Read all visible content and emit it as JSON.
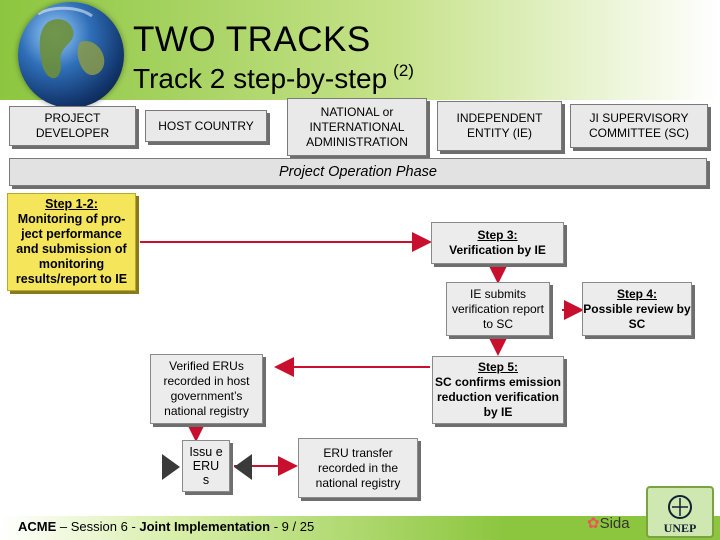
{
  "header": {
    "title": "TWO TRACKS",
    "subtitle": "Track 2 step-by-step",
    "subtitle_suffix": "(2)"
  },
  "actors": {
    "project_developer": "PROJECT DEVELOPER",
    "host_country": "HOST COUNTRY",
    "national_admin": "NATIONAL or INTERNATIONAL ADMINISTRATION",
    "independent_entity": "INDEPENDENT ENTITY (IE)",
    "ji_committee": "JI SUPERVISORY COMMITTEE (SC)"
  },
  "phase_label": "Project Operation Phase",
  "steps": {
    "step12_title": "Step 1-2:",
    "step12_text": "Monitoring of pro-ject performance and submission of monitoring results/report to IE",
    "step3_title": "Step 3:",
    "step3_text": "Verification by IE",
    "ie_submits": "IE submits verification report to SC",
    "step4_title": "Step 4:",
    "step4_text": "Possible review by SC",
    "step5_title": "Step 5:",
    "step5_text": "SC confirms emission reduction verification by IE",
    "verified_erus": "Verified ERUs recorded in host government’s national registry",
    "issue_erus": "Issu e ERU s",
    "eru_transfer": "ERU transfer recorded in the national registry"
  },
  "footer": {
    "prefix": "ACME",
    "text": " – Session 6 - ",
    "bold": "Joint Implementation",
    "page": " - 9 / 25",
    "sida_logo": "Sida",
    "unep_logo": "UNEP"
  },
  "colors": {
    "arrow": "#c8102e",
    "yellow_box": "#f4e55b",
    "header_green": "#8cc63f"
  }
}
